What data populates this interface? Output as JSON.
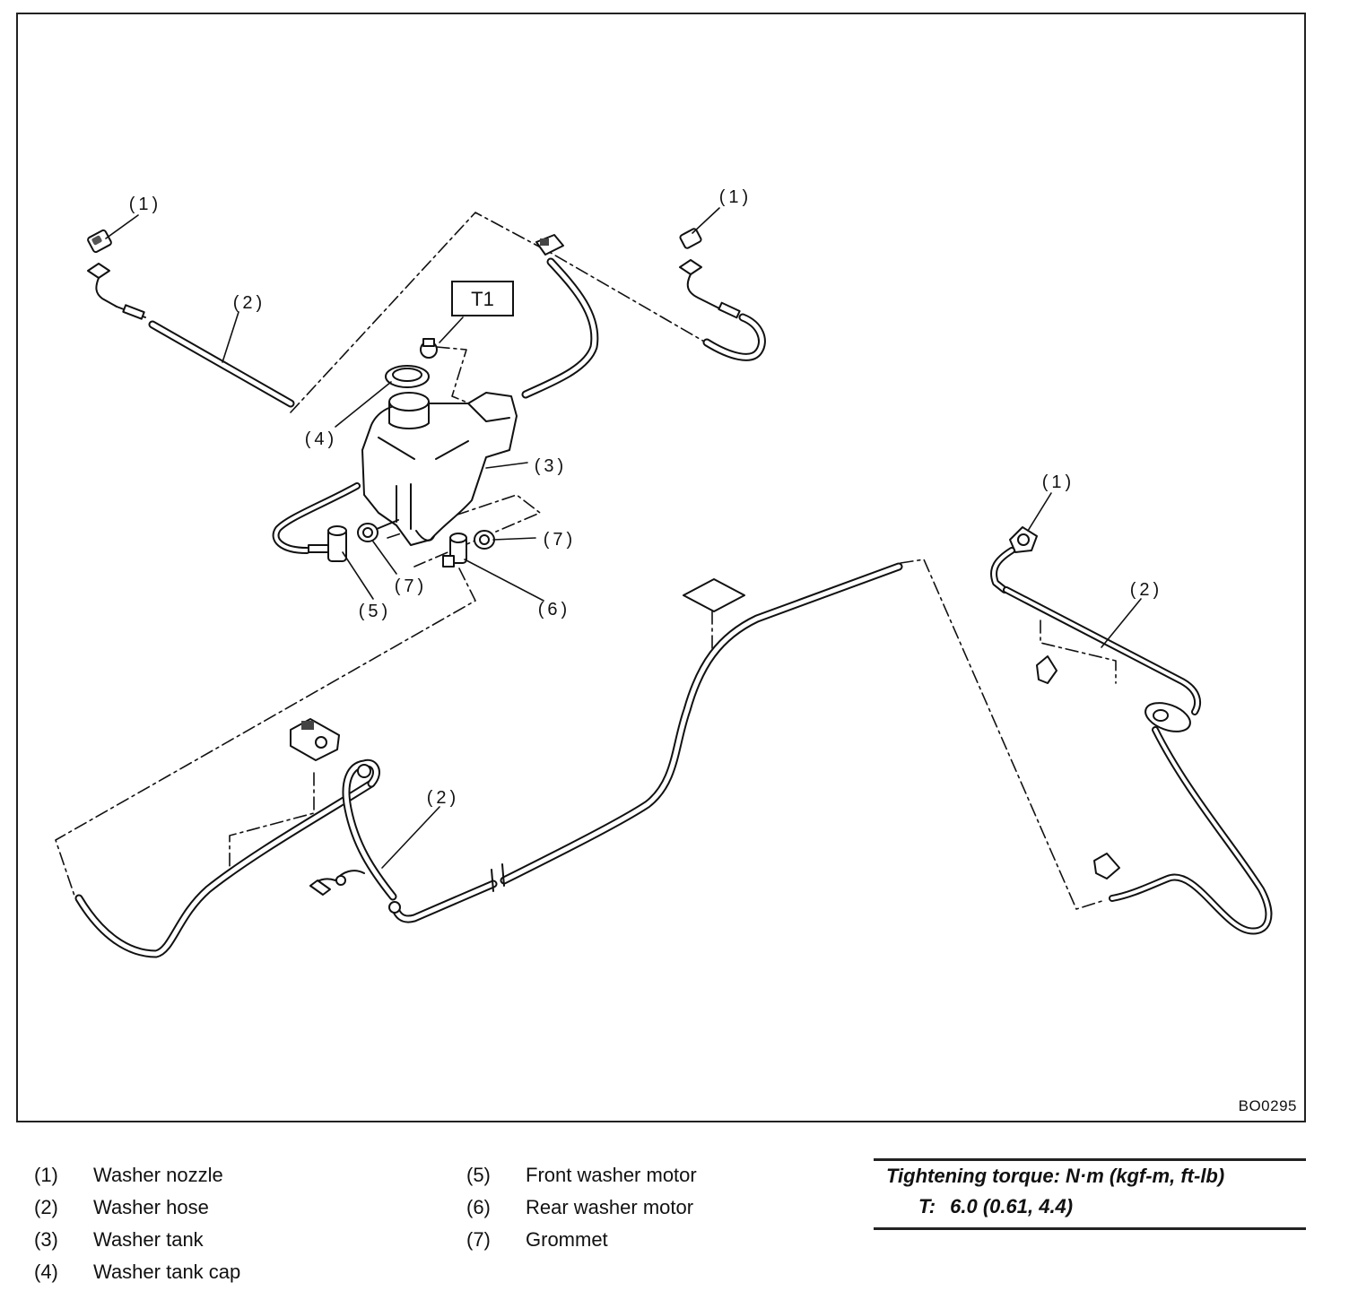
{
  "diagram": {
    "code": "BO0295",
    "tool_box": "T1",
    "callouts": {
      "c1": "(1)",
      "c2": "(2)",
      "c3": "(3)",
      "c4": "(4)",
      "c5": "(5)",
      "c6": "(6)",
      "c7": "(7)"
    }
  },
  "legend": {
    "items": [
      {
        "num": "(1)",
        "label": "Washer nozzle"
      },
      {
        "num": "(2)",
        "label": "Washer hose"
      },
      {
        "num": "(3)",
        "label": "Washer tank"
      },
      {
        "num": "(4)",
        "label": "Washer tank cap"
      },
      {
        "num": "(5)",
        "label": "Front washer motor"
      },
      {
        "num": "(6)",
        "label": "Rear washer motor"
      },
      {
        "num": "(7)",
        "label": "Grommet"
      }
    ]
  },
  "torque": {
    "title": "Tightening torque: N·m (kgf-m, ft-lb)",
    "key": "T:",
    "value": "6.0 (0.61, 4.4)"
  }
}
